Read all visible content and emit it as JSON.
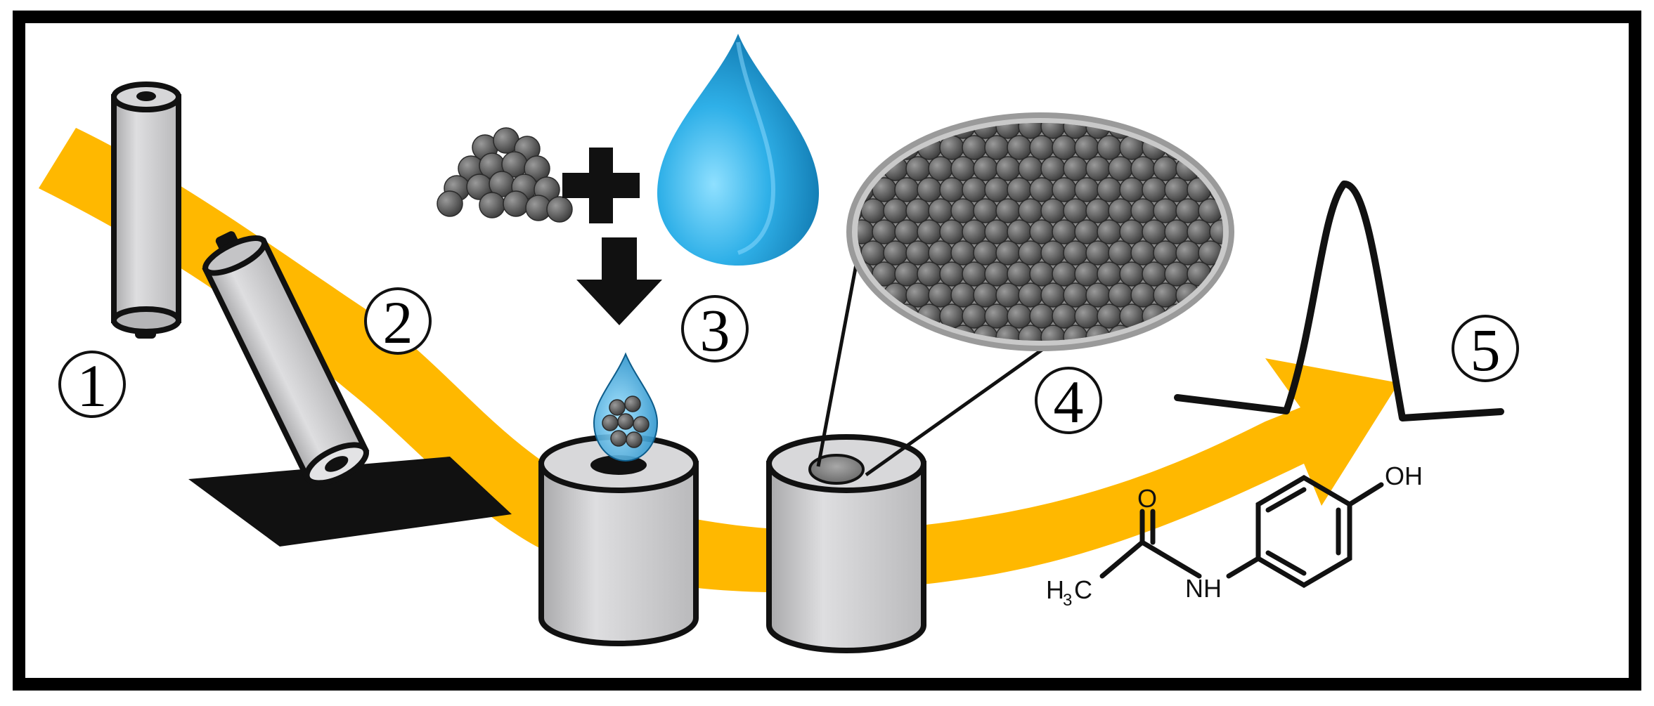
{
  "steps": [
    {
      "number": "1",
      "label": "1"
    },
    {
      "number": "2",
      "label": "2"
    },
    {
      "number": "3",
      "label": "3"
    },
    {
      "number": "4",
      "label": "4"
    },
    {
      "number": "5",
      "label": "5"
    }
  ],
  "molecule": {
    "oh": "OH",
    "nh": "NH",
    "o": "O",
    "methyl_h": "H",
    "methyl_sub": "3",
    "methyl_c": "C"
  },
  "colors": {
    "arrow": "#FFB800",
    "electrode_body": "#CFCFD1",
    "water_drop": "#1E9FDB",
    "nanoparticles": "#5E5E5E",
    "frame": "#000000"
  }
}
